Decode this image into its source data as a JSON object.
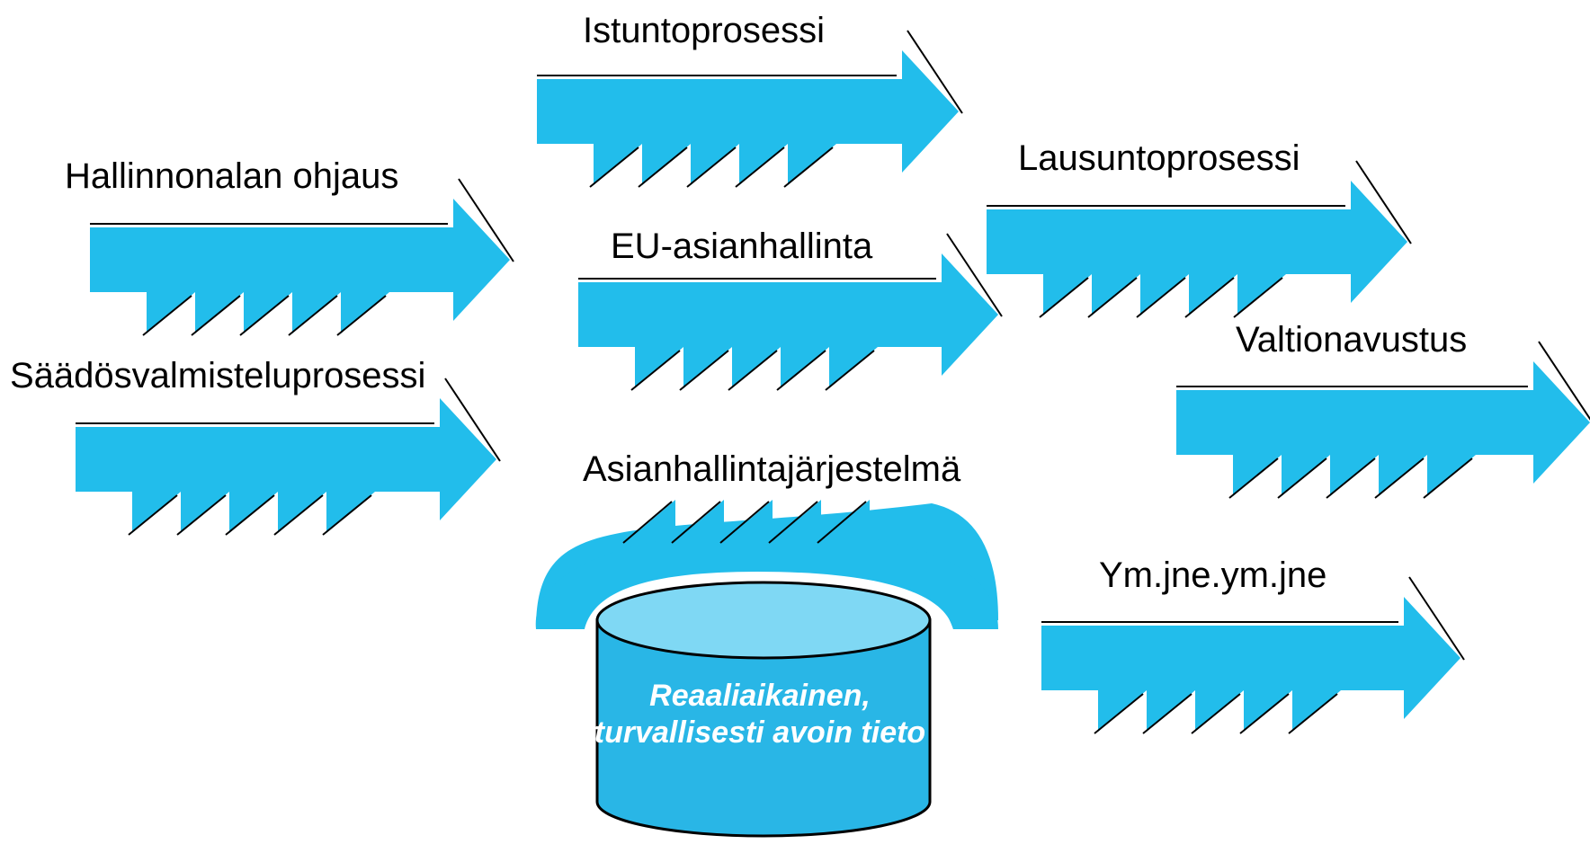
{
  "colors": {
    "arrow": "#22BDEB",
    "drum": "#29B6E6",
    "drum_top": "#7FD8F4",
    "outline": "#000000"
  },
  "labels": {
    "istuntoprosessi": "Istuntoprosessi",
    "hallinnonalan": "Hallinnonalan ohjaus",
    "lausuntoprosessi": "Lausuntoprosessi",
    "eu_asianhallinta": "EU-asianhallinta",
    "valtionavustus": "Valtionavustus",
    "saados": "Säädösvalmisteluprosessi",
    "asianhallinta": "Asianhallintajärjestelmä",
    "ym": "Ym.jne.ym.jne"
  },
  "database_text": "Reaaliaikainen, turvallisesti avoin tieto"
}
